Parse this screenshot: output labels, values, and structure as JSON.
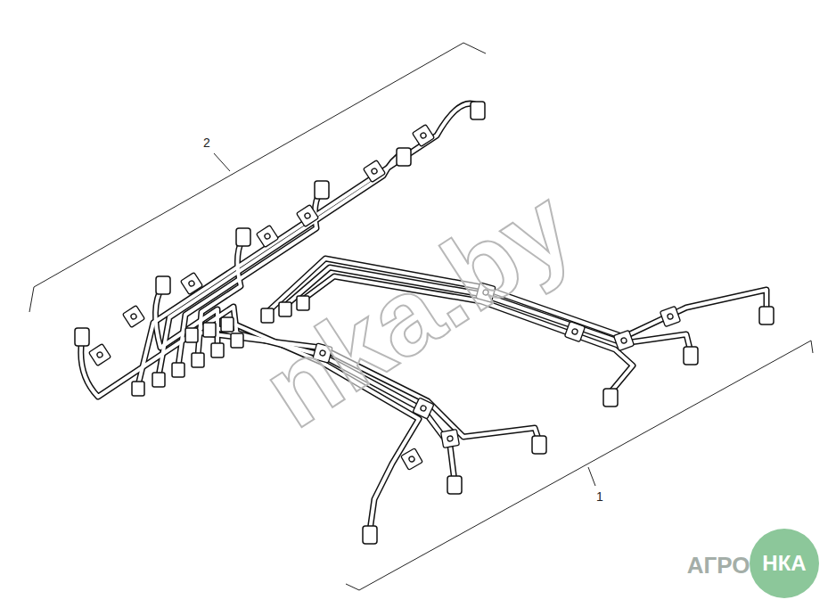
{
  "diagram": {
    "nodes": [
      {
        "text": [
          "НКА"
        ]
      }
    ],
    "labels": [
      "2",
      "nka.by",
      "1",
      "АГРО"
    ]
  }
}
